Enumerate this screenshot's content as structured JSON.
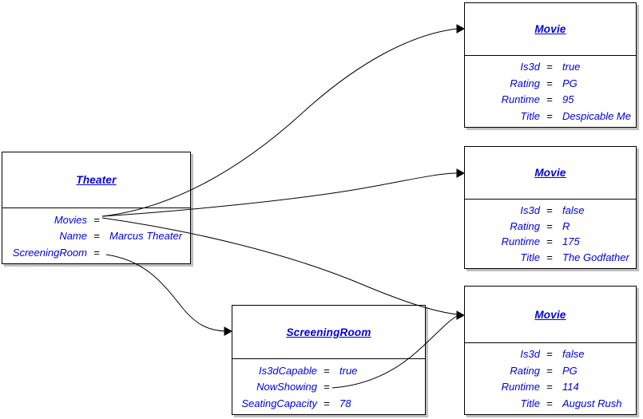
{
  "diagram": {
    "equals_sign": "=",
    "colors": {
      "text_blue": "#0000e0",
      "equals_black": "#000000",
      "border": "#000000",
      "shadow": "#c0c0c0",
      "background": "#ffffff"
    },
    "boxes": {
      "theater": {
        "title": "Theater",
        "properties": [
          {
            "name": "Movies",
            "value": ""
          },
          {
            "name": "Name",
            "value": "Marcus Theater"
          },
          {
            "name": "ScreeningRoom",
            "value": ""
          }
        ]
      },
      "movie1": {
        "title": "Movie",
        "properties": [
          {
            "name": "Is3d",
            "value": "true"
          },
          {
            "name": "Rating",
            "value": "PG"
          },
          {
            "name": "Runtime",
            "value": "95"
          },
          {
            "name": "Title",
            "value": "Despicable Me"
          }
        ]
      },
      "movie2": {
        "title": "Movie",
        "properties": [
          {
            "name": "Is3d",
            "value": "false"
          },
          {
            "name": "Rating",
            "value": "R"
          },
          {
            "name": "Runtime",
            "value": "175"
          },
          {
            "name": "Title",
            "value": "The Godfather"
          }
        ]
      },
      "movie3": {
        "title": "Movie",
        "properties": [
          {
            "name": "Is3d",
            "value": "false"
          },
          {
            "name": "Rating",
            "value": "PG"
          },
          {
            "name": "Runtime",
            "value": "114"
          },
          {
            "name": "Title",
            "value": "August Rush"
          }
        ]
      },
      "screening_room": {
        "title": "ScreeningRoom",
        "properties": [
          {
            "name": "Is3dCapable",
            "value": "true"
          },
          {
            "name": "NowShowing",
            "value": ""
          },
          {
            "name": "SeatingCapacity",
            "value": "78"
          }
        ]
      }
    },
    "connections": [
      {
        "from": "Theater.Movies",
        "to": "Movie (Despicable Me)"
      },
      {
        "from": "Theater.Movies",
        "to": "Movie (The Godfather)"
      },
      {
        "from": "Theater.Movies",
        "to": "Movie (August Rush)"
      },
      {
        "from": "Theater.ScreeningRoom",
        "to": "ScreeningRoom"
      },
      {
        "from": "ScreeningRoom.NowShowing",
        "to": "Movie (August Rush)"
      }
    ]
  }
}
